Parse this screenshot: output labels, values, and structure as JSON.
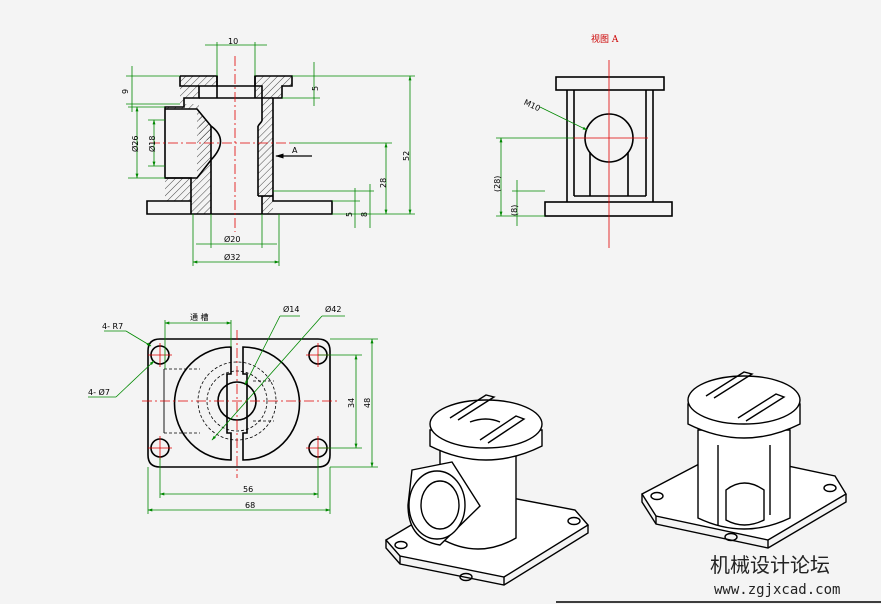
{
  "view_label": "视图 A",
  "section_arrow_label": "A",
  "front_view": {
    "dims": {
      "top_width": "10",
      "height_9": "9",
      "height_5_top": "5",
      "dia_26": "Ø26",
      "dia_18": "Ø18",
      "total_52": "52",
      "height_28": "28",
      "base_5": "5",
      "base_8": "8",
      "dia_20": "Ø20",
      "dia_32": "Ø32"
    }
  },
  "side_view": {
    "dims": {
      "thread": "M10",
      "h28": "(28)",
      "h8": "(8)"
    }
  },
  "top_view": {
    "dims": {
      "slot_label": "通 槽",
      "dia_14": "Ø14",
      "dia_42": "Ø42",
      "r7": "4- R7",
      "holes_7": "4- Ø7",
      "w34": "34",
      "w48": "48",
      "w56": "56",
      "w68": "68"
    }
  },
  "watermark": {
    "title": "机械设计论坛",
    "url": "www.zgjxcad.com"
  },
  "colors": {
    "outline": "#000000",
    "dimension": "#008800",
    "centerline": "#e00000"
  }
}
